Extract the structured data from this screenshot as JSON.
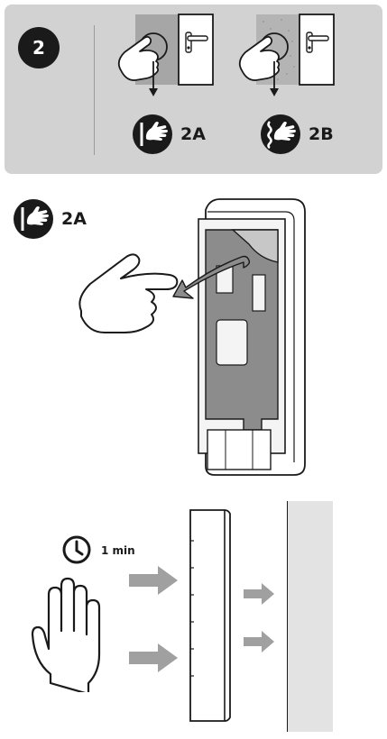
{
  "step": {
    "number": "2"
  },
  "options": [
    {
      "label": "2A",
      "icon": "hand-wall-flat-icon"
    },
    {
      "label": "2B",
      "icon": "hand-wall-rough-icon"
    }
  ],
  "section_2a": {
    "label": "2A",
    "icon": "hand-wall-flat-icon"
  },
  "press": {
    "duration": "1 min",
    "icon": "clock-icon"
  },
  "colors": {
    "panel_bg": "#d2d2d2",
    "badge_bg": "#1a1a1a",
    "adhesive_gray": "#8c8c8c",
    "arrow_gray": "#a0a0a0",
    "wall_gray": "#e3e3e3"
  }
}
